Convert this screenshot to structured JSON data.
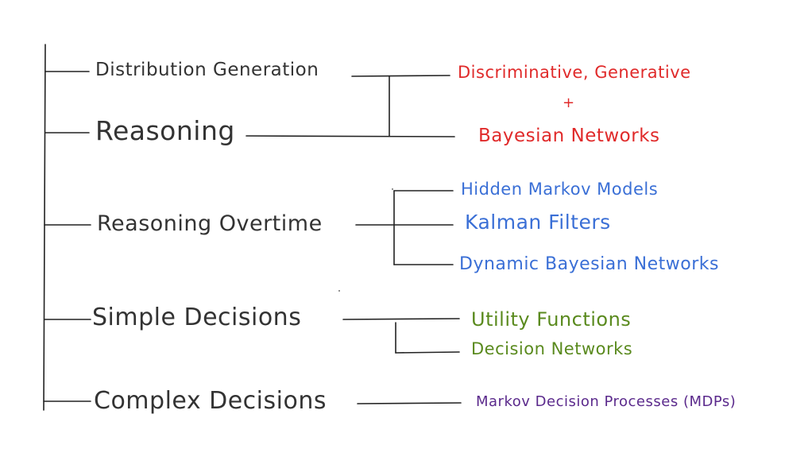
{
  "topics": [
    {
      "label": "Distribution Generation"
    },
    {
      "label": "Reasoning"
    },
    {
      "label": "Reasoning Overtime"
    },
    {
      "label": "Simple Decisions"
    },
    {
      "label": "Complex Decisions"
    }
  ],
  "models": {
    "discriminative_generative": "Discriminative, Generative",
    "plus": "+",
    "bayesian_networks": "Bayesian Networks",
    "hidden_markov_models": "Hidden Markov Models",
    "kalman_filters": "Kalman Filters",
    "dynamic_bayesian_networks": "Dynamic Bayesian Networks",
    "utility_functions": "Utility Functions",
    "decision_networks": "Decision Networks",
    "mdps": "Markov Decision Processes (MDPs)"
  },
  "colors": {
    "line": "#222222",
    "topic_text": "#333333",
    "group1": "#e02a2a",
    "group2": "#3a6fd6",
    "group3": "#5a8a1e",
    "group4": "#5b2a8c"
  }
}
